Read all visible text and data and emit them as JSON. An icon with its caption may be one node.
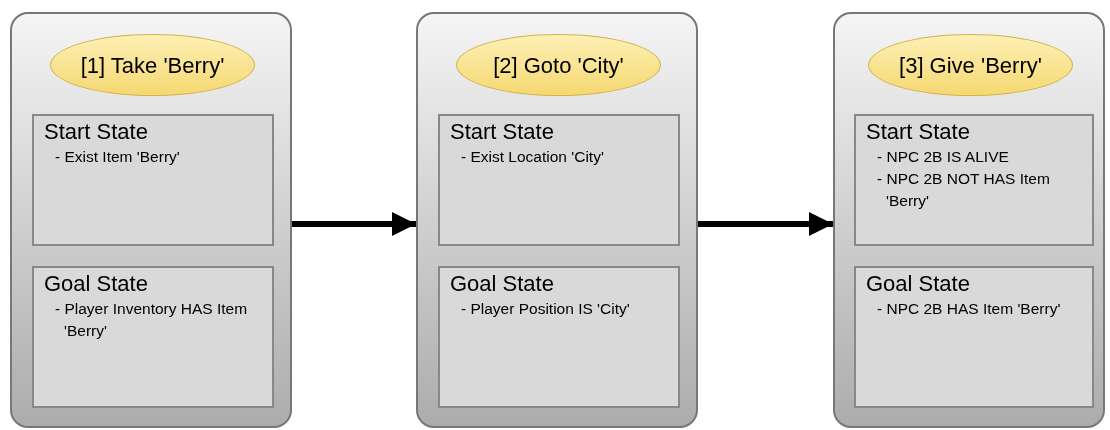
{
  "diagram": {
    "nodes": [
      {
        "text": [],
        "shape": "box"
      },
      {
        "text": [
          "[1] Take 'Berry'"
        ],
        "in": 0
      },
      {
        "text": [
          "Start State",
          "- Exist Item 'Berry'"
        ],
        "in": 0
      },
      {
        "text": [
          "Goal State",
          "- Player Inventory HAS Item 'Berry'"
        ],
        "in": 0
      },
      {
        "text": [],
        "shape": "box"
      },
      {
        "text": [
          "[2] Goto 'City'"
        ],
        "in": 4
      },
      {
        "text": [
          "Start State",
          "- Exist Location 'City'"
        ],
        "in": 4
      },
      {
        "text": [
          "Goal State",
          "- Player Position IS 'City'"
        ],
        "in": 4
      },
      {
        "text": [],
        "shape": "box"
      },
      {
        "text": [
          "[3] Give 'Berry'"
        ],
        "in": 8
      },
      {
        "text": [
          "Start State",
          "- NPC 2B IS ALIVE",
          "- NPC 2B NOT HAS Item 'Berry'"
        ],
        "in": 8
      },
      {
        "text": [
          "Goal State",
          "- NPC 2B HAS Item 'Berry'"
        ],
        "in": 8
      }
    ],
    "edges": [
      {
        "from": 0,
        "to": 4,
        "arrow": "to"
      },
      {
        "from": 4,
        "to": 8,
        "arrow": "to"
      }
    ]
  }
}
